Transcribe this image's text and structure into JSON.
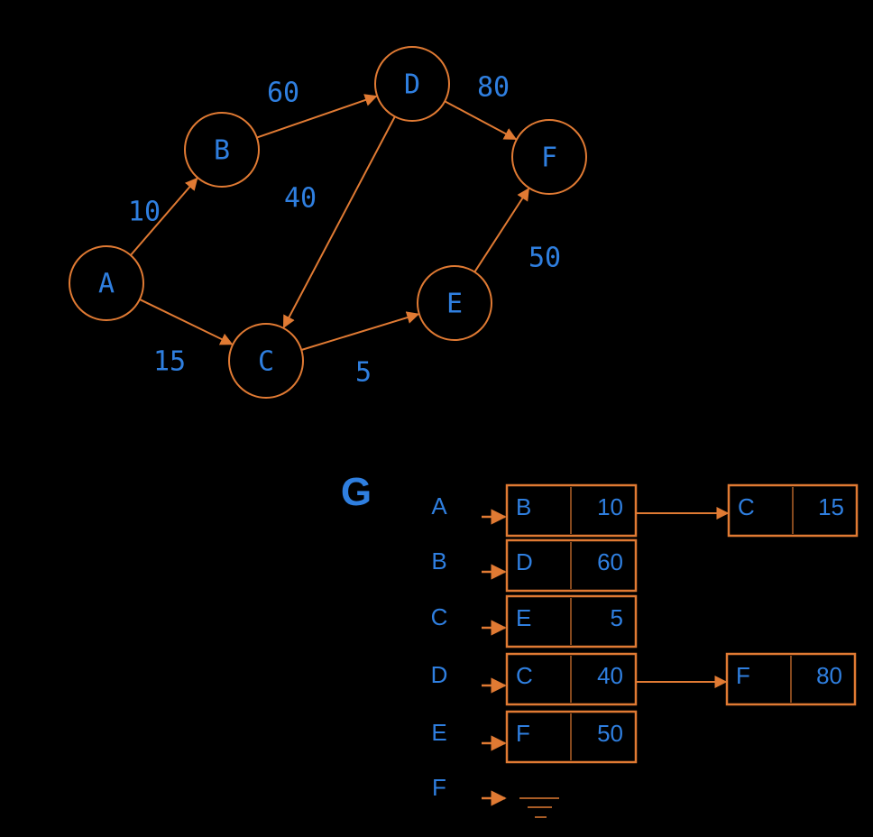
{
  "colors": {
    "background": "#000000",
    "stroke": "#e07a33",
    "text": "#2f7fe0"
  },
  "graph": {
    "directed": true,
    "nodes": [
      "A",
      "B",
      "C",
      "D",
      "E",
      "F"
    ],
    "edges": [
      {
        "from": "A",
        "to": "B",
        "weight": "10"
      },
      {
        "from": "A",
        "to": "C",
        "weight": "15"
      },
      {
        "from": "B",
        "to": "D",
        "weight": "60"
      },
      {
        "from": "D",
        "to": "C",
        "weight": "40"
      },
      {
        "from": "D",
        "to": "F",
        "weight": "80"
      },
      {
        "from": "C",
        "to": "E",
        "weight": "5"
      },
      {
        "from": "E",
        "to": "F",
        "weight": "50"
      }
    ]
  },
  "adjacency_list": {
    "title": "G",
    "rows": [
      {
        "vertex": "A",
        "entries": [
          {
            "to": "B",
            "weight": "10"
          },
          {
            "to": "C",
            "weight": "15"
          }
        ]
      },
      {
        "vertex": "B",
        "entries": [
          {
            "to": "D",
            "weight": "60"
          }
        ]
      },
      {
        "vertex": "C",
        "entries": [
          {
            "to": "E",
            "weight": "5"
          }
        ]
      },
      {
        "vertex": "D",
        "entries": [
          {
            "to": "C",
            "weight": "40"
          },
          {
            "to": "F",
            "weight": "80"
          }
        ]
      },
      {
        "vertex": "E",
        "entries": [
          {
            "to": "F",
            "weight": "50"
          }
        ]
      },
      {
        "vertex": "F",
        "entries": [],
        "null_symbol": "ground-icon"
      }
    ]
  }
}
